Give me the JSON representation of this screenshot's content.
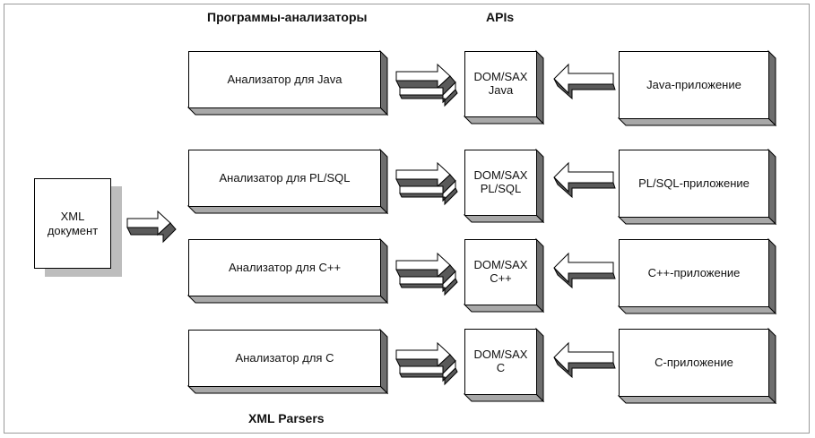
{
  "headings": {
    "parsers_title": "Программы-анализаторы",
    "apis_title": "APIs",
    "bottom_title": "XML Parsers"
  },
  "document": {
    "line1": "XML",
    "line2": "документ"
  },
  "rows": [
    {
      "parser": "Анализатор для Java",
      "api_line1": "DOM/SAX",
      "api_line2": "Java",
      "app": "Java-приложение"
    },
    {
      "parser": "Анализатор для PL/SQL",
      "api_line1": "DOM/SAX",
      "api_line2": "PL/SQL",
      "app": "PL/SQL-приложение"
    },
    {
      "parser": "Анализатор для C++",
      "api_line1": "DOM/SAX",
      "api_line2": "C++",
      "app": "C++-приложение"
    },
    {
      "parser": "Анализатор для C",
      "api_line1": "DOM/SAX",
      "api_line2": "C",
      "app": "C-приложение"
    }
  ],
  "colors": {
    "extrude_side": "#6e6e6e",
    "extrude_bottom": "#a8a8a8",
    "shadow": "#bdbdbd",
    "arrow_dark": "#5a5a5a"
  }
}
